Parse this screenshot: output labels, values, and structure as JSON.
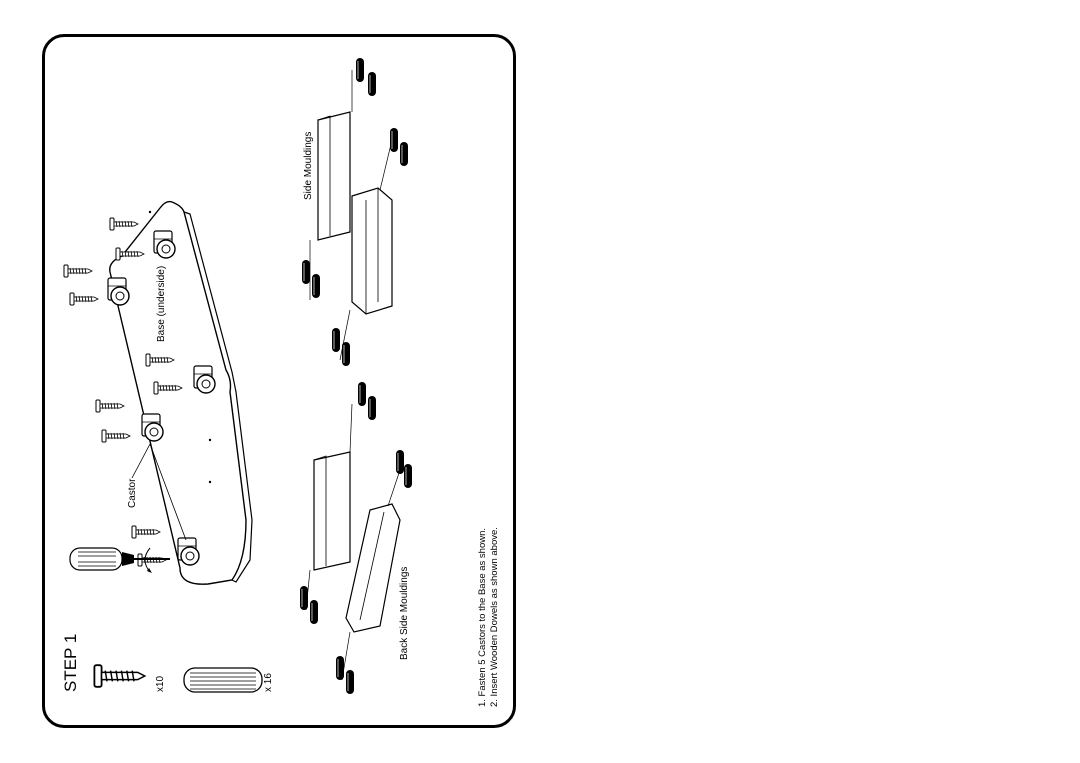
{
  "step": {
    "title": "STEP 1"
  },
  "parts": [
    {
      "name": "screw",
      "quantity": "x10"
    },
    {
      "name": "wooden-dowel",
      "quantity": "x 16"
    }
  ],
  "labels": {
    "base": "Base (underside)",
    "castor": "Castor",
    "side_mouldings": "Side Mouldings",
    "back_side_mouldings": "Back Side Mouldings"
  },
  "instructions": [
    "1. Fasten 5 Castors to the Base as shown.",
    "2. Insert Wooden Dowels as shown above."
  ],
  "colors": {
    "line": "#000000",
    "background": "#ffffff"
  }
}
